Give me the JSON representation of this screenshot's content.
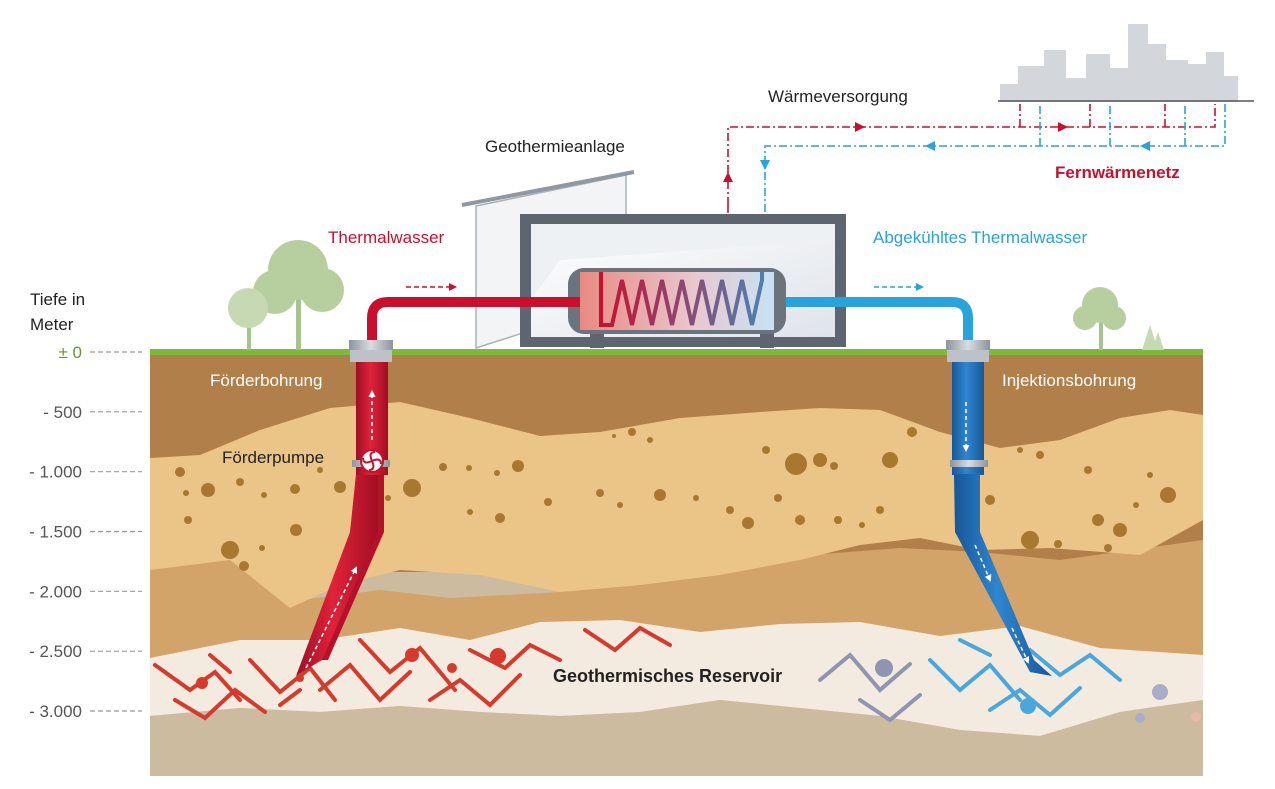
{
  "colors": {
    "red": "#c8102e",
    "blue": "#29a3dc",
    "dark_blue": "#1b6fb3",
    "grass": "#7cbb3a",
    "topsoil": "#b17f4a",
    "sand": "#ebc488",
    "deep_sand": "#d2a46a",
    "reservoir_bg": "#f3ebe0",
    "bedrock": "#cdbba0",
    "building": "#5d6670",
    "city": "#d3d6da",
    "tree": "#a7c48e",
    "gravel": "#a8782e",
    "text_gray": "#222222",
    "depth_gray": "#555555",
    "depth_green": "#6e8f3a"
  },
  "depth_axis": {
    "title_line1": "Tiefe in",
    "title_line2": "Meter",
    "ticks": [
      {
        "label": "± 0",
        "depth_m": 0
      },
      {
        "label": "- 500",
        "depth_m": 500
      },
      {
        "label": "- 1.000",
        "depth_m": 1000
      },
      {
        "label": "- 1.500",
        "depth_m": 1500
      },
      {
        "label": "- 2.000",
        "depth_m": 2000
      },
      {
        "label": "- 2.500",
        "depth_m": 2500
      },
      {
        "label": "- 3.000",
        "depth_m": 3000
      }
    ]
  },
  "labels": {
    "waermeversorgung": "Wärmeversorgung",
    "geothermieanlage": "Geothermieanlage",
    "fernwaermenetz": "Fernwärmenetz",
    "thermalwasser": "Thermalwasser",
    "abgekuehltes": "Abgekühltes Thermalwasser",
    "foerderbohrung": "Förderbohrung",
    "foerderpumpe": "Förderpumpe",
    "injektionsbohrung": "Injektionsbohrung",
    "reservoir": "Geothermisches Reservoir"
  },
  "icons": {
    "pump": "pump-fan-icon",
    "city": "city-skyline-icon",
    "tree": "tree-icon"
  }
}
